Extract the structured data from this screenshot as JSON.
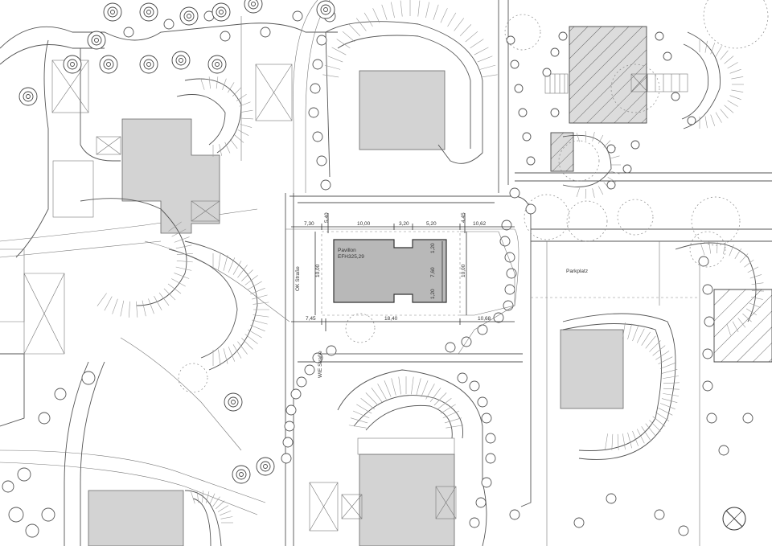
{
  "plan": {
    "dimensions": {
      "top_left": "7,30",
      "top_1": "10,00",
      "top_2": "3,20",
      "top_3": "5,20",
      "top_right": "10,62",
      "vertical_top_left": "5,40",
      "vertical_top_right": "4,45",
      "bottom_left": "7,45",
      "bottom_mid": "18,40",
      "bottom_right": "10,68",
      "height_left": "10,00",
      "height_right": "10,00",
      "pav_side_top": "1,20",
      "pav_side_mid": "7,60",
      "pav_side_bottom": "1,20"
    },
    "pavilion": {
      "name": "Pavillon",
      "elevation": "EFH325,29"
    },
    "labels": {
      "ok_strasse": "OK Straße",
      "we_strasse": "WIE Straße",
      "parkplatz": "Parkplatz"
    },
    "north_arrow": "north-arrow"
  }
}
